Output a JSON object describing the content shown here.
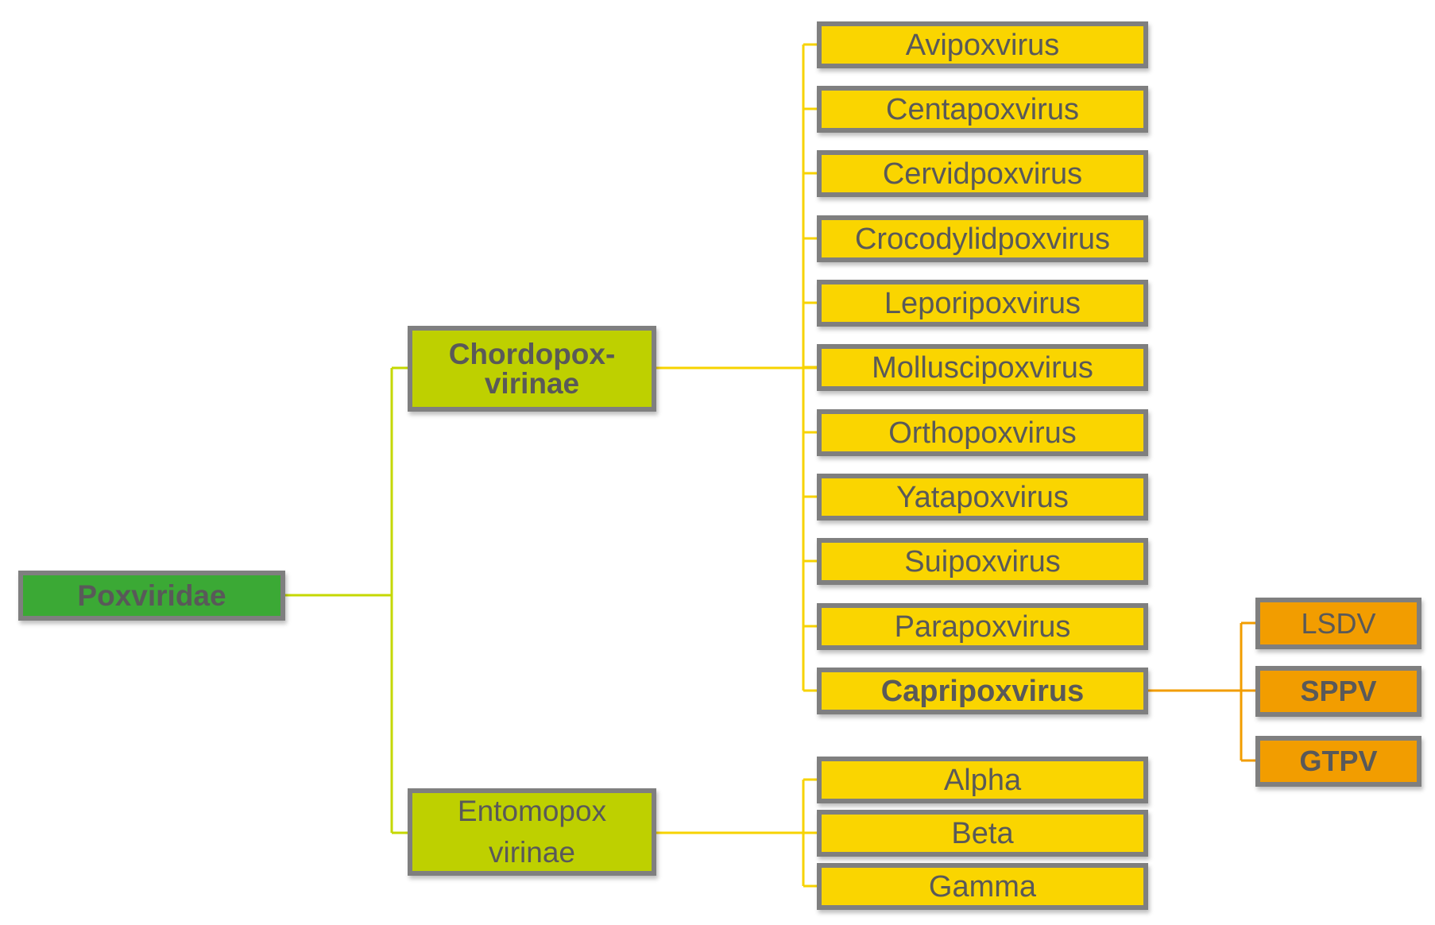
{
  "colors": {
    "family": "#3ba935",
    "subfamily": "#bed000",
    "genus": "#fad500",
    "species": "#f29d00",
    "border": "#7f7f7f",
    "text": "#595959",
    "line_subfamily": "#c5d800",
    "line_genus": "#f7d300",
    "line_species": "#f29d00"
  },
  "family": {
    "label": "Poxviridae"
  },
  "subfamilies": [
    {
      "label_line1": "Chordopox-",
      "label_line2": "virinae",
      "bold": true
    },
    {
      "label_line1": "Entomopox",
      "label_line2": "virinae",
      "bold": false
    }
  ],
  "chordopox_genera": [
    "Avipoxvirus",
    "Centapoxvirus",
    "Cervidpoxvirus",
    "Crocodylidpoxvirus",
    "Leporipoxvirus",
    "Molluscipoxvirus",
    "Orthopoxvirus",
    "Yatapoxvirus",
    "Suipoxvirus",
    "Parapoxvirus",
    "Capripoxvirus"
  ],
  "highlighted_genus": "Capripoxvirus",
  "entomopox_genera": [
    "Alpha",
    "Beta",
    "Gamma"
  ],
  "capripox_species": [
    {
      "label": "LSDV",
      "bold": false
    },
    {
      "label": "SPPV",
      "bold": true
    },
    {
      "label": "GTPV",
      "bold": true
    }
  ]
}
